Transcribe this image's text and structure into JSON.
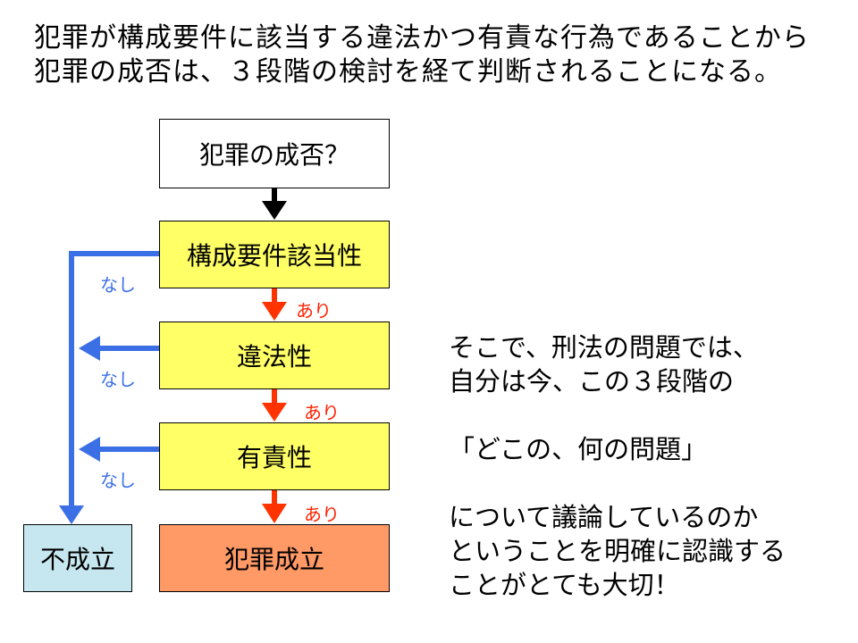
{
  "intro": {
    "line1": "犯罪が構成要件に該当する違法かつ有責な行為であることから",
    "line2": "犯罪の成否は、３段階の検討を経て判断されることになる。"
  },
  "flow": {
    "question": "犯罪の成否？",
    "step1": "構成要件該当性",
    "step2": "違法性",
    "step3": "有責性",
    "result_yes": "犯罪成立",
    "result_no": "不成立",
    "label_no": "なし",
    "label_yes": "あり"
  },
  "side_note": {
    "line1": "そこで、刑法の問題では、",
    "line2": "自分は今、この３段階の",
    "line3": "「どこの、何の問題」",
    "line4": "について議論しているのか",
    "line5": "ということを明確に認識する",
    "line6": "ことがとても大切！"
  },
  "colors": {
    "step_fill": "#ffff66",
    "result_yes_fill": "#ff9966",
    "result_no_fill": "#c6e7ef",
    "no_arrow": "#3b6fe6",
    "yes_arrow": "#ff3300",
    "start_arrow": "#000000"
  }
}
